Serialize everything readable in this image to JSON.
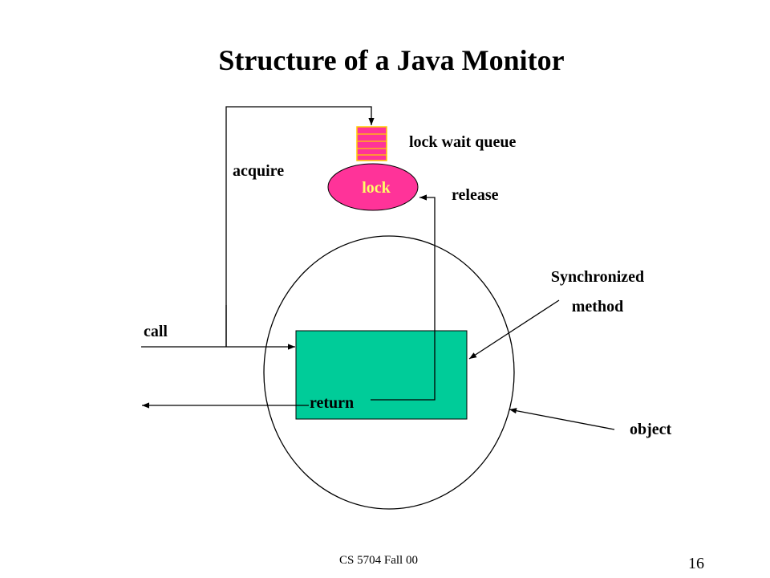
{
  "slide": {
    "title": "Structure of a Java Monitor",
    "footer": "CS 5704 Fall  00",
    "page_number": "16"
  },
  "diagram": {
    "lock_label": "lock",
    "lock_wait_queue_label": "lock wait queue",
    "acquire_label": "acquire",
    "release_label": "release",
    "synchronized_label_line1": "Synchronized",
    "synchronized_label_line2": "method",
    "call_label": "call",
    "return_label": "return",
    "object_label": "object"
  },
  "colors": {
    "lock_fill": "#ff3399",
    "lock_text": "#ffff66",
    "queue_fill": "#ff3399",
    "queue_stroke": "#ffcc00",
    "method_box_fill": "#00cc99",
    "line": "#000000"
  }
}
